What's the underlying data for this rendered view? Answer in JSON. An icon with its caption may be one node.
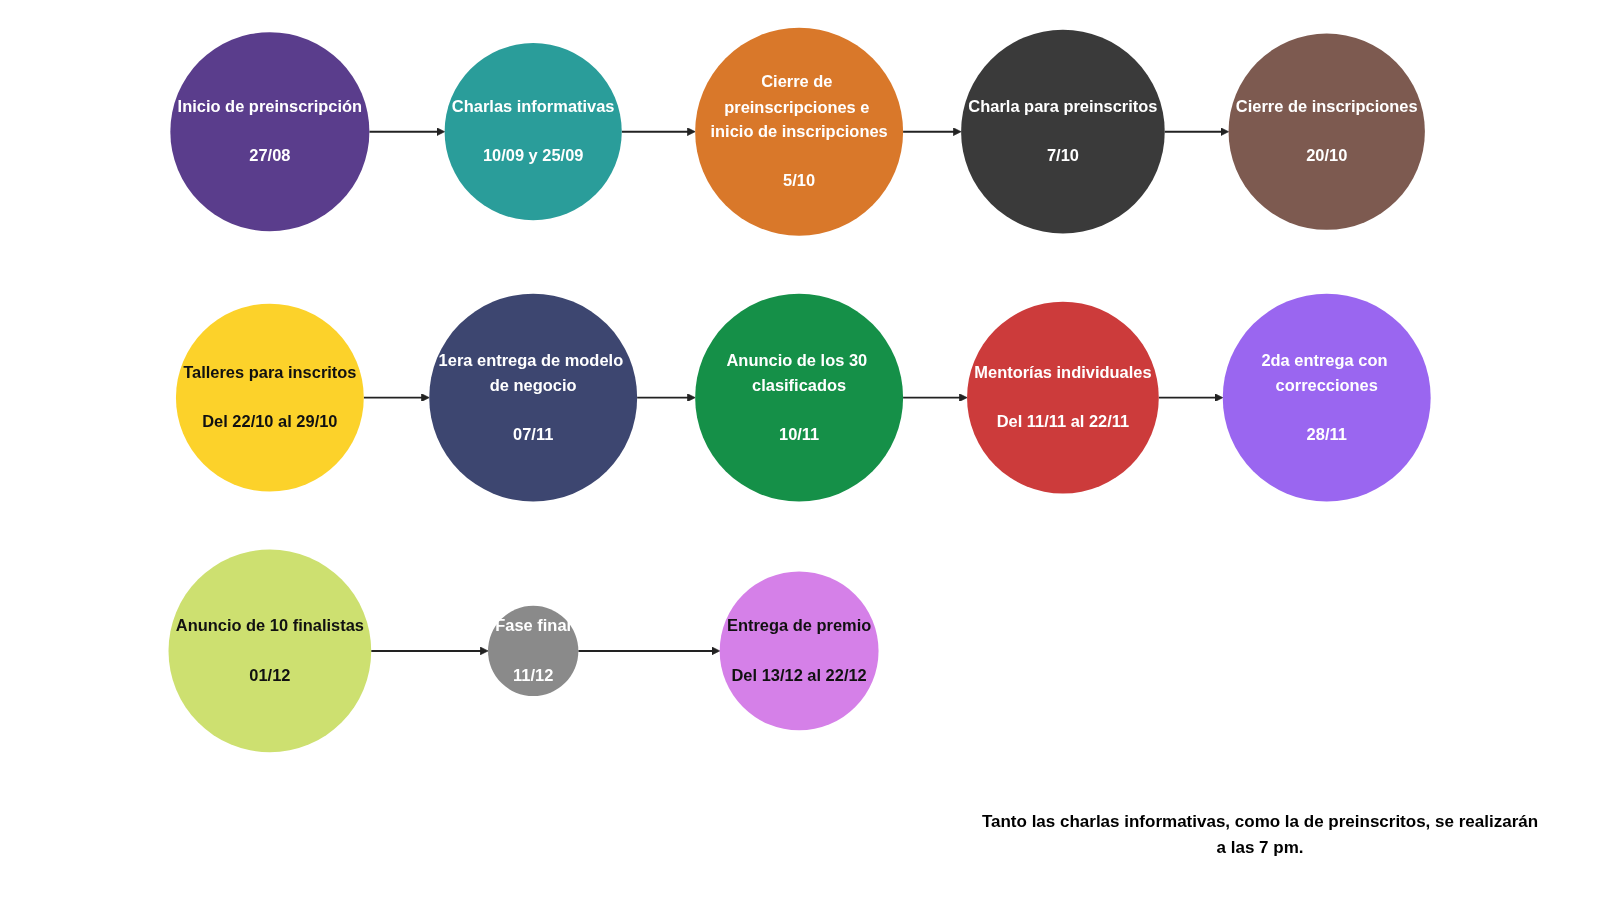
{
  "diagram": {
    "nodes": [
      {
        "text": [
          "Inicio de preinscripción",
          "27/08"
        ]
      },
      {
        "text": [
          "Charlas informativas",
          "10/09 y 25/09"
        ]
      },
      {
        "text": [
          "Cierre de preinscripciones e inicio de inscripciones",
          "5/10"
        ]
      },
      {
        "text": [
          "Charla para preinscritos",
          "7/10"
        ]
      },
      {
        "text": [
          "Cierre de inscripciones",
          "20/10"
        ]
      },
      {
        "text": [
          "Talleres para inscritos",
          "Del 22/10 al 29/10"
        ]
      },
      {
        "text": [
          "1era entrega de modelo de negocio",
          "07/11"
        ]
      },
      {
        "text": [
          "Anuncio de los 30 clasificados",
          "10/11"
        ]
      },
      {
        "text": [
          "Mentorías individuales",
          "Del 11/11 al 22/11"
        ]
      },
      {
        "text": [
          "2da entrega con correcciones",
          "28/11"
        ]
      },
      {
        "text": [
          "Anuncio de 10 finalistas",
          "01/12"
        ]
      },
      {
        "text": [
          "Fase final",
          "11/12"
        ]
      },
      {
        "text": [
          "Entrega de premio",
          "Del 13/12 al 22/12"
        ]
      }
    ],
    "edges": [
      {
        "from": 0,
        "to": 1,
        "arrow": "to"
      },
      {
        "from": 1,
        "to": 2,
        "arrow": "to"
      },
      {
        "from": 2,
        "to": 3,
        "arrow": "to"
      },
      {
        "from": 3,
        "to": 4,
        "arrow": "to"
      },
      {
        "from": 5,
        "to": 6,
        "arrow": "to"
      },
      {
        "from": 6,
        "to": 7,
        "arrow": "to"
      },
      {
        "from": 7,
        "to": 8,
        "arrow": "to"
      },
      {
        "from": 8,
        "to": 9,
        "arrow": "to"
      },
      {
        "from": 10,
        "to": 11,
        "arrow": "to"
      },
      {
        "from": 11,
        "to": 12,
        "arrow": "to"
      }
    ],
    "labels": [
      "Tanto las charlas informativas, como la de preinscritos, se realizarán a las 7 pm."
    ]
  }
}
